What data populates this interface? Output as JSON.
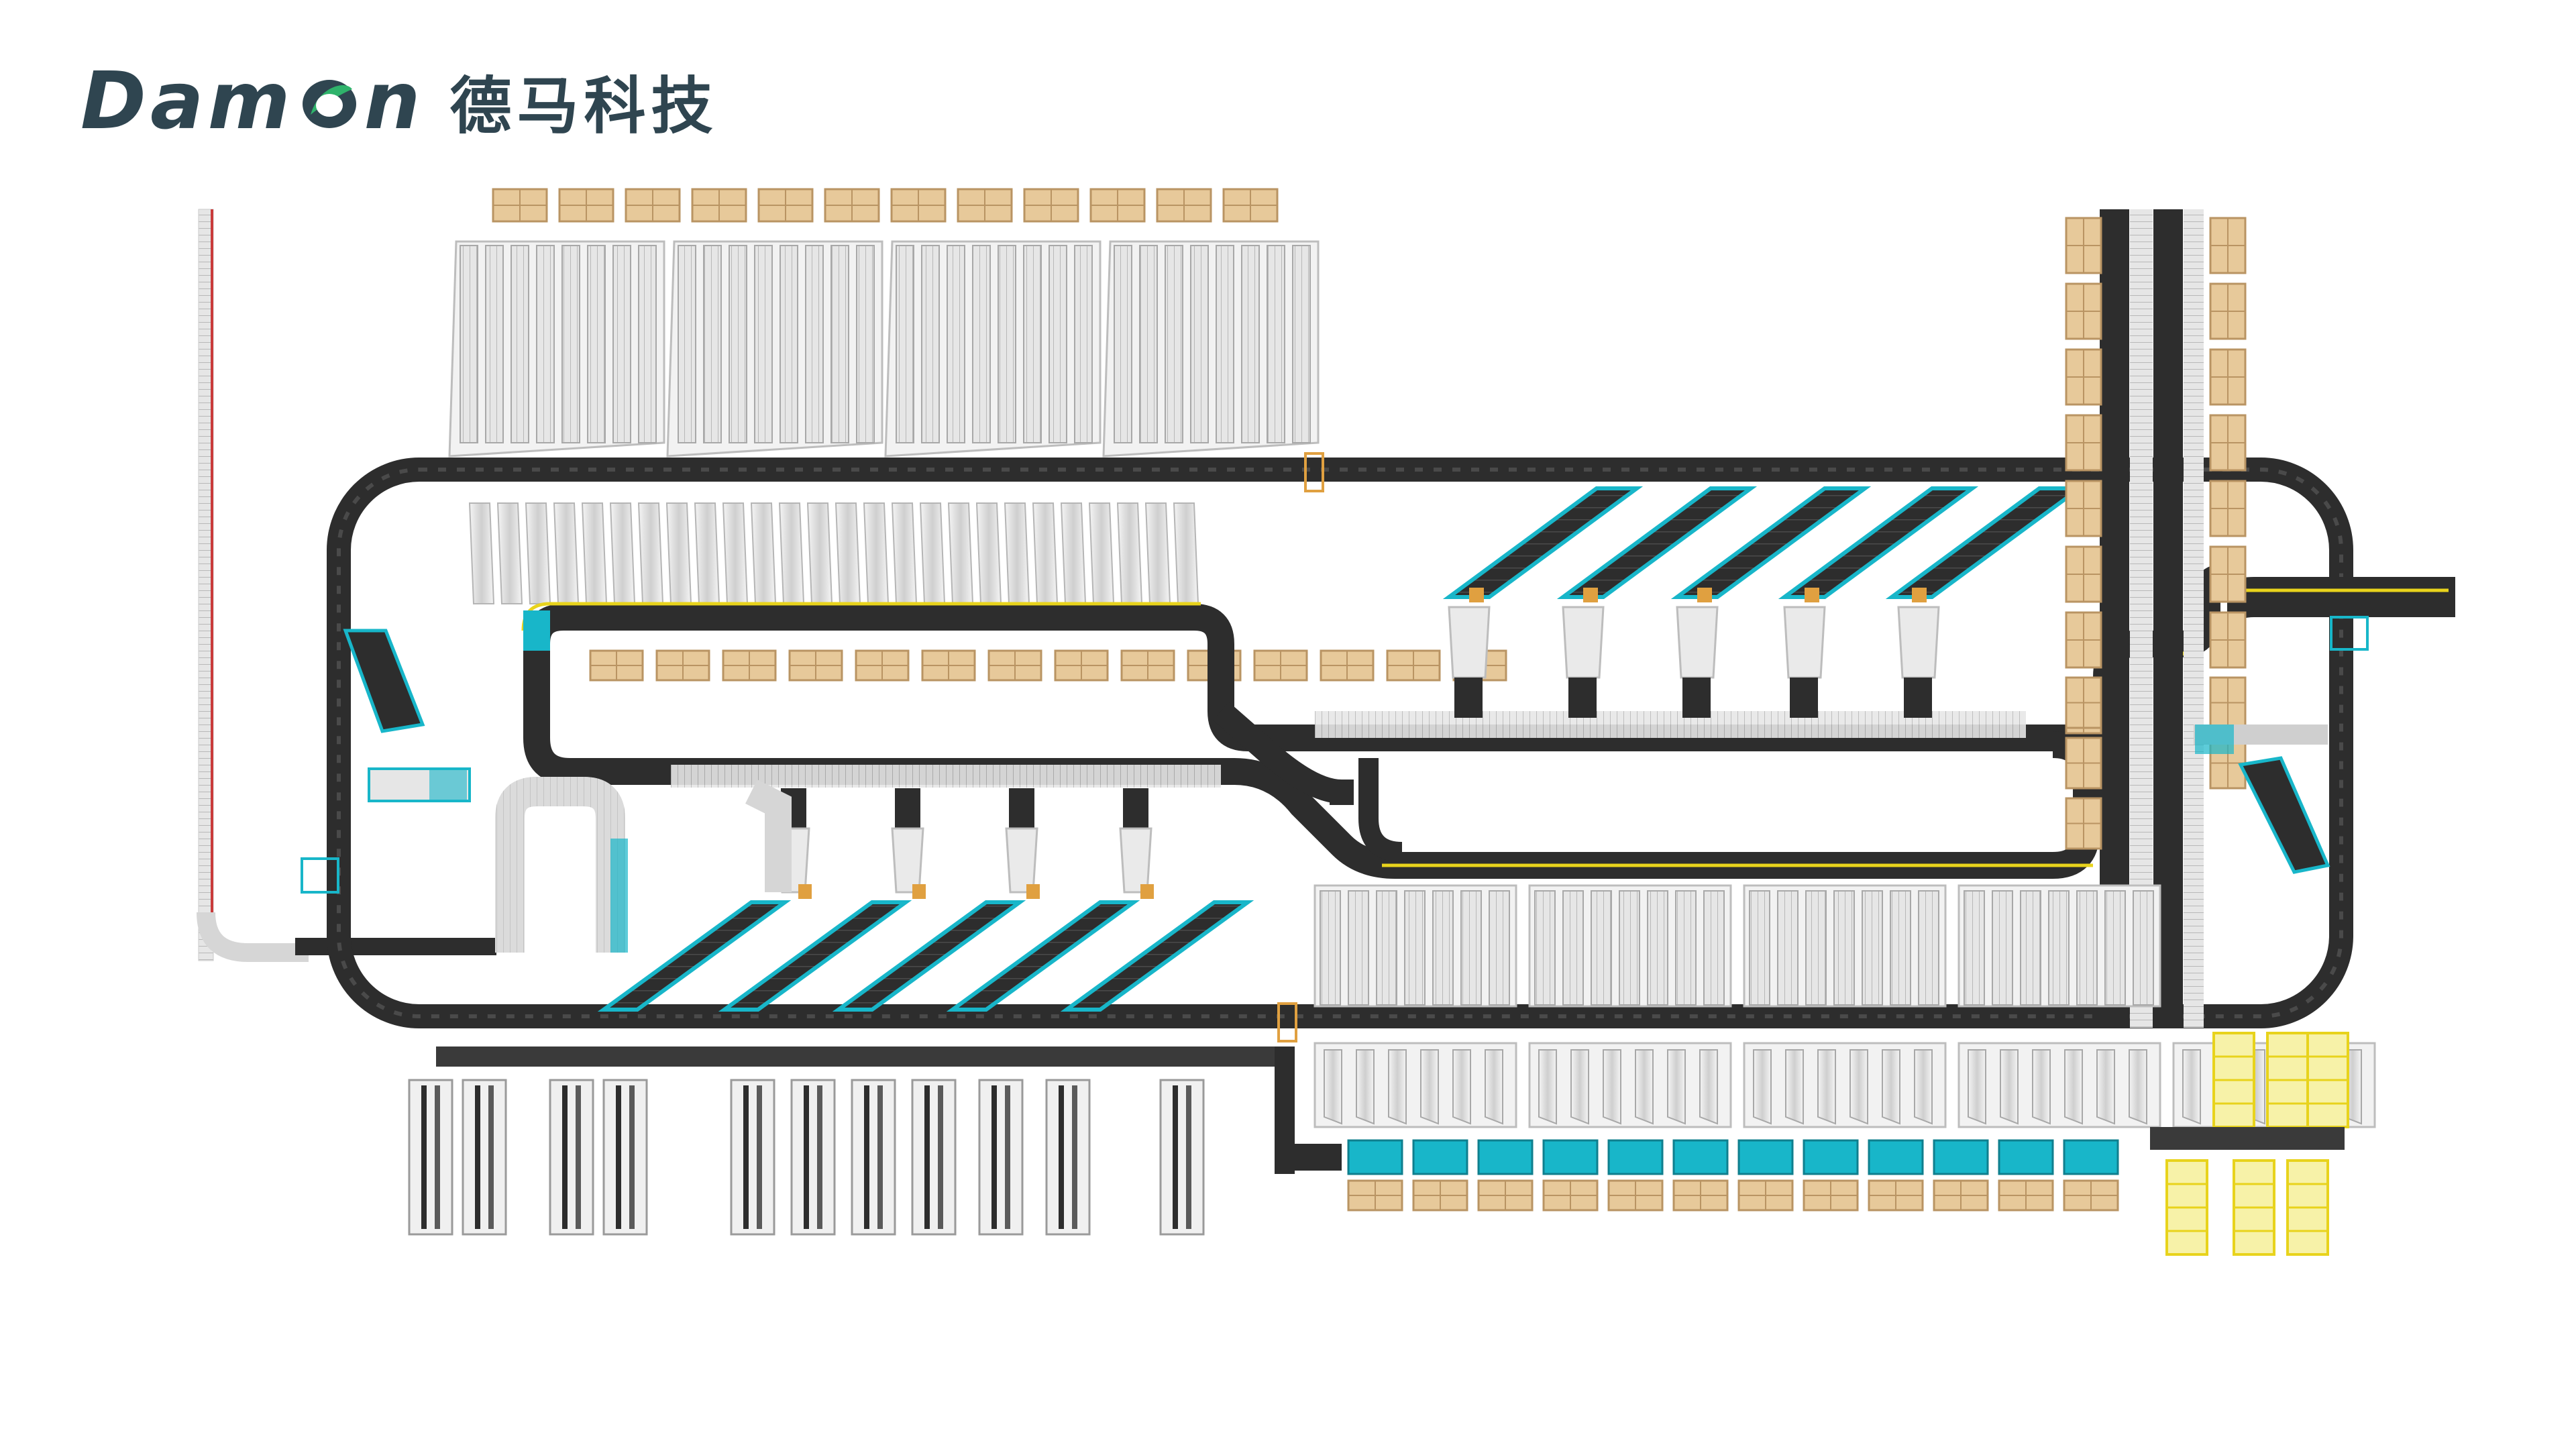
{
  "logo": {
    "brand_pre": "Dam",
    "brand_post": "n",
    "chinese_name": "德马科技",
    "brand_color": "#2f4550",
    "accent_color": "#2fb36b"
  },
  "colors": {
    "belt": "#2d2d2d",
    "belt_edge": "#1a1a1a",
    "yellow_rail": "#e8d31c",
    "cyan": "#18b6c9",
    "box": "#e7c99a",
    "box_edge": "#b99463",
    "gray": "#d9d9d9",
    "gray_dark": "#9a9a9a",
    "red_line": "#c93b3b",
    "orange": "#e0a040"
  },
  "legend_icons": [
    "conveyor-belt",
    "sorter-chute",
    "roller-lane",
    "carton",
    "shelf-rack",
    "cage-trolley"
  ]
}
